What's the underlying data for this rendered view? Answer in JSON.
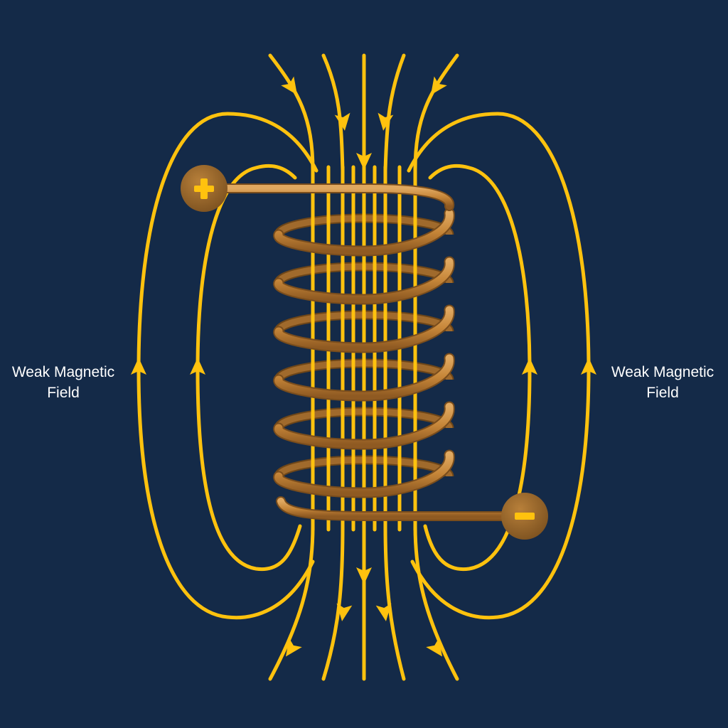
{
  "background_color": "#142a48",
  "field_line_color": "#ffc20e",
  "coil_color": "#c98a3c",
  "terminal_color": "#a8702a",
  "label_color": "#ffffff",
  "labels": {
    "left": {
      "line1": "Weak Magnetic",
      "line2": "Field"
    },
    "right": {
      "line1": "Weak Magnetic",
      "line2": "Field"
    }
  },
  "terminals": {
    "positive": {
      "symbol": "+",
      "icon": "plus-icon"
    },
    "negative": {
      "symbol": "−",
      "icon": "minus-icon"
    }
  },
  "coil": {
    "turns": 6
  }
}
